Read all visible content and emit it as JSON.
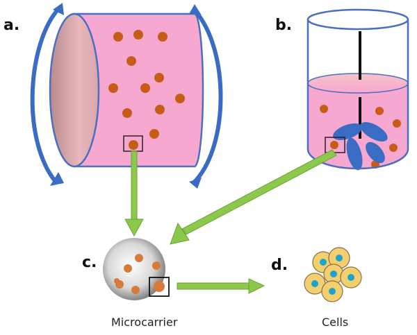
{
  "labels": {
    "a": "a.",
    "b": "b.",
    "c": "c.",
    "d": "d."
  },
  "captions": {
    "microcarrier": "Microcarrier",
    "cells": "Cells"
  },
  "colors": {
    "medium": "#f7a8d0",
    "outline": "#4a6fc0",
    "particle": "#c65d17",
    "arrow": "#8cc84b",
    "rotation": "#3b6cc4",
    "cell": "#f2cf70",
    "nucleus": "#1fa3c8"
  }
}
